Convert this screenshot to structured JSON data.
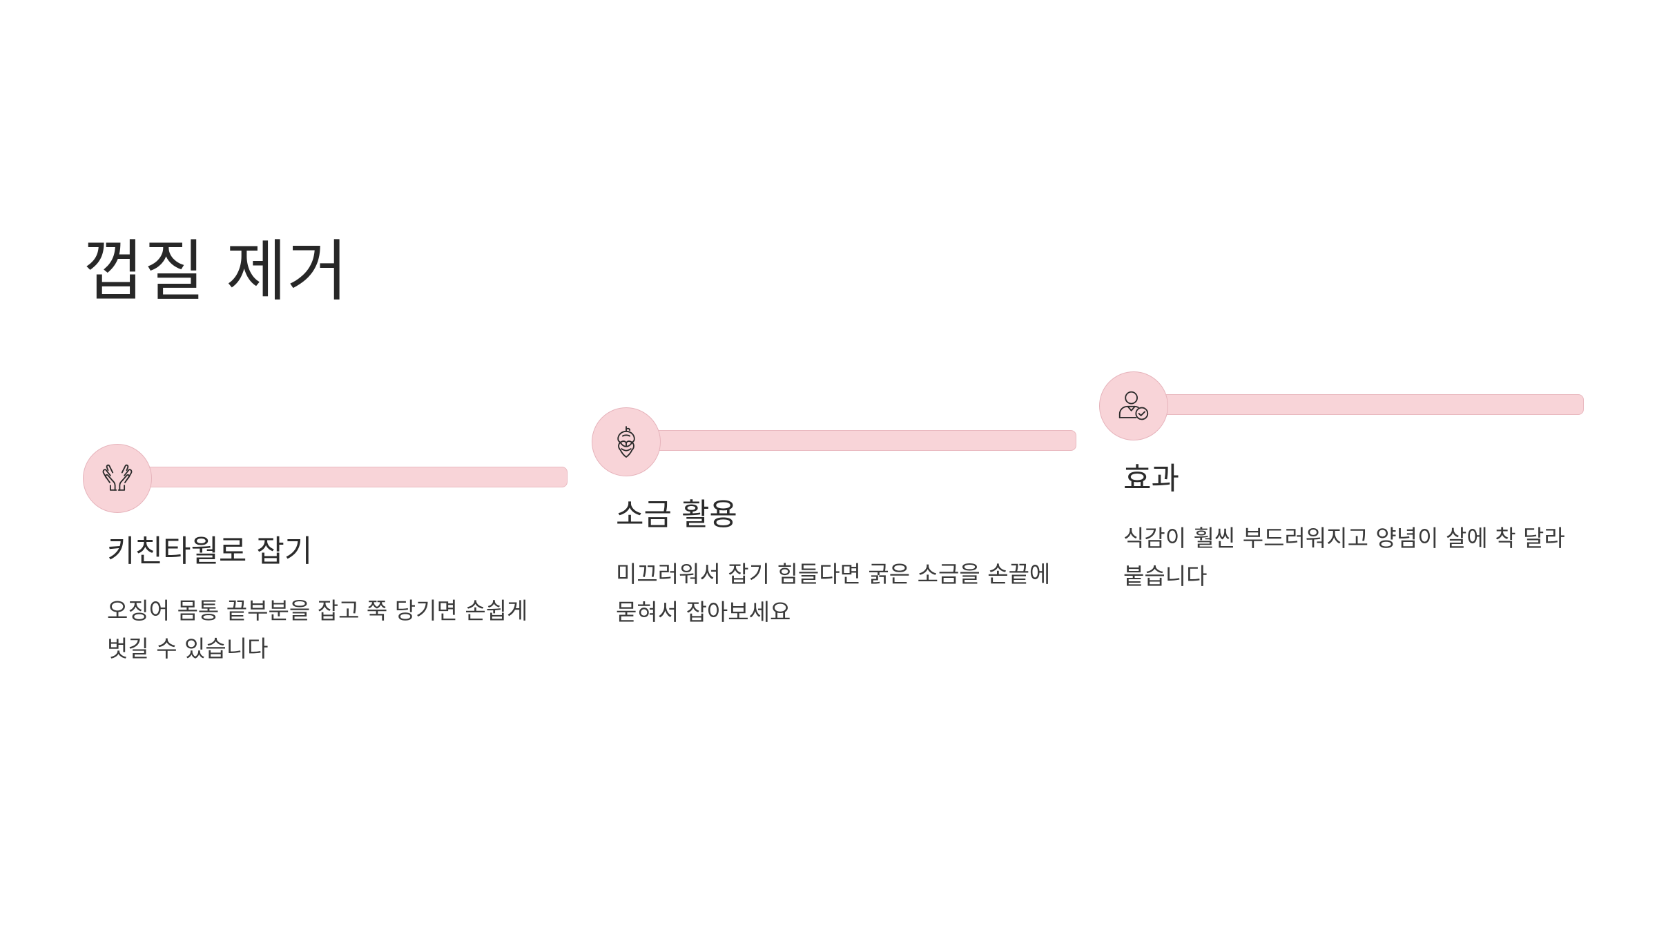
{
  "page": {
    "title": "껍질 제거"
  },
  "colors": {
    "accent": "#f8d4d8",
    "accent_border": "#e6b3bb",
    "text": "#2b2b2b",
    "background": "#ffffff"
  },
  "steps": [
    {
      "icon": "open-hands-icon",
      "heading": "키친타월로 잡기",
      "description": "오징어 몸통 끝부분을 잡고 쭉 당기면 손쉽게 벗길 수 있습니다"
    },
    {
      "icon": "hop-cone-icon",
      "heading": "소금 활용",
      "description": "미끄러워서 잡기 힘들다면 굵은 소금을 손끝에 묻혀서 잡아보세요"
    },
    {
      "icon": "user-check-icon",
      "heading": "효과",
      "description": "식감이 훨씬 부드러워지고 양념이 살에 착 달라붙습니다"
    }
  ]
}
